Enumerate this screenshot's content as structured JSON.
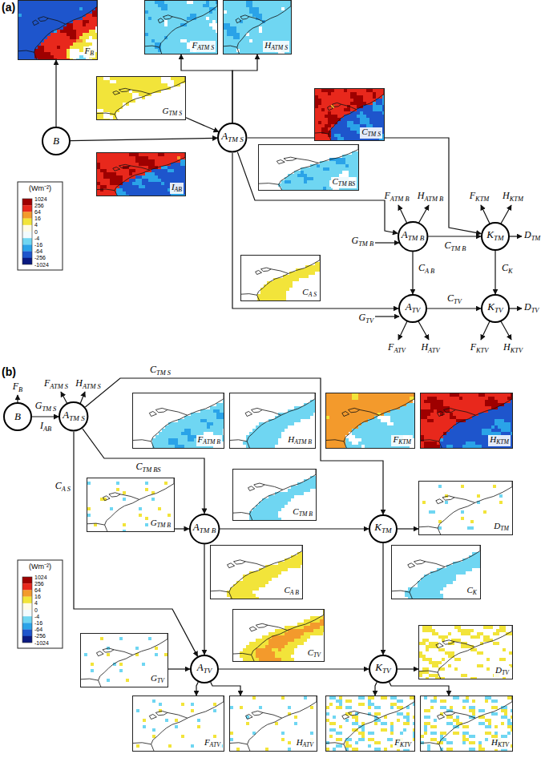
{
  "diagram": {
    "nodes": [
      {
        "text": [
          "F",
          "B"
        ]
      },
      {
        "text": [
          "F",
          "ATM S"
        ]
      },
      {
        "text": [
          "H",
          "ATM S"
        ]
      },
      {
        "text": [
          "G",
          "TM S"
        ]
      },
      {
        "text": [
          "B"
        ]
      },
      {
        "text": [
          "A",
          "TM S"
        ]
      },
      {
        "text": [
          "C",
          "TM S"
        ]
      },
      {
        "text": [
          "I",
          "AB"
        ]
      },
      {
        "text": [
          "C",
          "TM BS"
        ]
      },
      {
        "text": [
          "A",
          "TM B"
        ]
      },
      {
        "text": [
          "K",
          "TM"
        ]
      },
      {
        "text": [
          "C",
          "A S"
        ]
      },
      {
        "text": [
          "A",
          "TV"
        ]
      },
      {
        "text": [
          "K",
          "TV"
        ]
      },
      {
        "text": [
          "B"
        ]
      },
      {
        "text": [
          "A",
          "TM S"
        ]
      },
      {
        "text": [
          "F",
          "ATM B"
        ]
      },
      {
        "text": [
          "H",
          "ATM B"
        ]
      },
      {
        "text": [
          "F",
          "KTM"
        ]
      },
      {
        "text": [
          "H",
          "KTM"
        ]
      },
      {
        "text": [
          "G",
          "TM B"
        ]
      },
      {
        "text": [
          "A",
          "TM B"
        ]
      },
      {
        "text": [
          "C",
          "TM B"
        ]
      },
      {
        "text": [
          "K",
          "TM"
        ]
      },
      {
        "text": [
          "D",
          "TM"
        ]
      },
      {
        "text": [
          "C",
          "A B"
        ]
      },
      {
        "text": [
          "C",
          "K"
        ]
      },
      {
        "text": [
          "G",
          "TV"
        ]
      },
      {
        "text": [
          "A",
          "TV"
        ]
      },
      {
        "text": [
          "C",
          "TV"
        ]
      },
      {
        "text": [
          "K",
          "TV"
        ]
      },
      {
        "text": [
          "D",
          "TV"
        ]
      },
      {
        "text": [
          "F",
          "ATV"
        ]
      },
      {
        "text": [
          "H",
          "ATV"
        ]
      },
      {
        "text": [
          "F",
          "KTV"
        ]
      },
      {
        "text": [
          "H",
          "KTV"
        ]
      }
    ],
    "edges": [
      {
        "from": 4,
        "to": 0,
        "arrow": "to"
      },
      {
        "from": 3,
        "to": 5,
        "arrow": "to"
      },
      {
        "from": 4,
        "to": 5,
        "arrow": "to"
      },
      {
        "from": 5,
        "to": 1,
        "arrow": "to"
      },
      {
        "from": 5,
        "to": 2,
        "arrow": "to"
      },
      {
        "from": 5,
        "to": 10,
        "arrow": "to"
      },
      {
        "from": 5,
        "to": 9,
        "arrow": "to"
      },
      {
        "from": 5,
        "to": 12,
        "arrow": "to"
      },
      {
        "from": 9,
        "to": 10,
        "arrow": "to"
      },
      {
        "from": 9,
        "to": 12,
        "arrow": "to"
      },
      {
        "from": 10,
        "to": 13,
        "arrow": "to"
      },
      {
        "from": 12,
        "to": 13,
        "arrow": "to"
      },
      {
        "from": 14,
        "to": 15,
        "arrow": "to"
      },
      {
        "from": 15,
        "to": 23,
        "arrow": "to"
      },
      {
        "from": 15,
        "to": 21,
        "arrow": "to"
      },
      {
        "from": 15,
        "to": 28,
        "arrow": "to"
      },
      {
        "from": 20,
        "to": 21,
        "arrow": "to"
      },
      {
        "from": 21,
        "to": 23,
        "arrow": "to"
      },
      {
        "from": 23,
        "to": 24,
        "arrow": "to"
      },
      {
        "from": 21,
        "to": 28,
        "arrow": "to"
      },
      {
        "from": 23,
        "to": 30,
        "arrow": "to"
      },
      {
        "from": 27,
        "to": 28,
        "arrow": "to"
      },
      {
        "from": 28,
        "to": 30,
        "arrow": "to"
      },
      {
        "from": 28,
        "to": 32,
        "arrow": "to"
      },
      {
        "from": 28,
        "to": 33,
        "arrow": "to"
      },
      {
        "from": 30,
        "to": 31,
        "arrow": "to"
      },
      {
        "from": 30,
        "to": 34,
        "arrow": "to"
      },
      {
        "from": 30,
        "to": 35,
        "arrow": "to"
      }
    ],
    "labels": [
      "(a)",
      "F",
      "ATM B",
      "H",
      "ATM B",
      "G",
      "TM B",
      "F",
      "KTM",
      "H",
      "KTM",
      "D",
      "TM",
      "C",
      "TM B",
      "C",
      "A B",
      "C",
      "K",
      "G",
      "TV",
      "C",
      "TV",
      "D",
      "TV",
      "F",
      "ATV",
      "H",
      "ATV",
      "F",
      "KTV",
      "H",
      "KTV",
      "(Wm⁻²)",
      "1024",
      "256",
      "64",
      "16",
      "4",
      "0",
      "-4",
      "-16",
      "-64",
      "-256",
      "-1024",
      "(b)",
      "F",
      "B",
      "G",
      "TM S",
      "I",
      "AB",
      "F",
      "ATM S",
      "H",
      "ATM S",
      "C",
      "TM S",
      "C",
      "TM BS",
      "C",
      "A S",
      "(Wm⁻²)",
      "1024",
      "256",
      "64",
      "16",
      "4",
      "0",
      "-4",
      "-16",
      "-64",
      "-256",
      "-1024"
    ]
  }
}
